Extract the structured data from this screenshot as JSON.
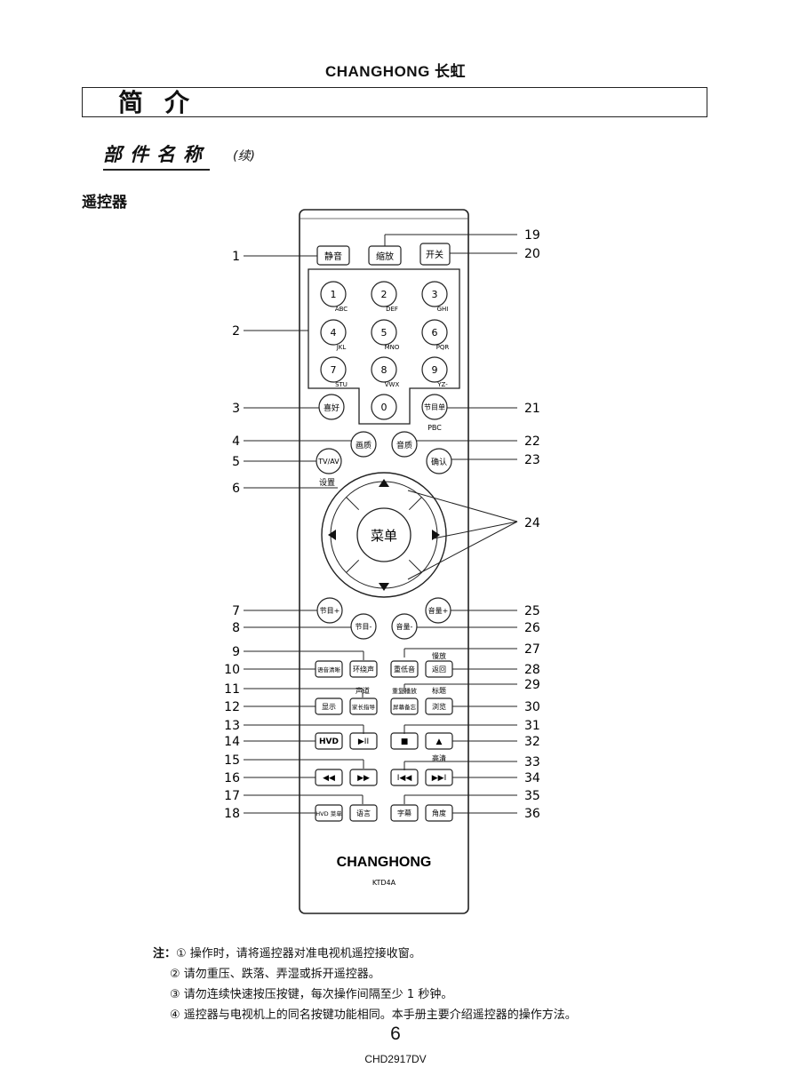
{
  "header": {
    "brand": "CHANGHONG 长虹"
  },
  "title": "简介",
  "subtitle": "部件名称",
  "subtitle_note": "(续)",
  "section": "遥控器",
  "remote": {
    "top_buttons": [
      "静音",
      "缩放",
      "开关"
    ],
    "numpad": [
      {
        "num": "1",
        "letters": "ABC"
      },
      {
        "num": "2",
        "letters": "DEF"
      },
      {
        "num": "3",
        "letters": "GHI"
      },
      {
        "num": "4",
        "letters": "JKL"
      },
      {
        "num": "5",
        "letters": "MNO"
      },
      {
        "num": "6",
        "letters": "PQR"
      },
      {
        "num": "7",
        "letters": "STU"
      },
      {
        "num": "8",
        "letters": "VWX"
      },
      {
        "num": "9",
        "letters": "YZ-"
      },
      {
        "num": "0",
        "letters": ""
      }
    ],
    "favorite": "喜好",
    "program_list": "节目单",
    "pbc": "PBC",
    "picture": "画质",
    "sound": "音质",
    "tvav": "TV/AV",
    "confirm": "确认",
    "setup": "设置",
    "menu": "菜单",
    "prog_up": "节目+",
    "prog_down": "节目-",
    "vol_up": "音量+",
    "vol_down": "音量-",
    "row_labels_a": {
      "slow": "慢放"
    },
    "row_a": [
      "语音清晰",
      "环绕声",
      "重低音",
      "返回"
    ],
    "row_labels_b": {
      "channel": "声道",
      "repeat": "重复播放",
      "title": "标题"
    },
    "row_b": [
      "显示",
      "家长指导",
      "屏幕备忘",
      "浏览"
    ],
    "row_c": [
      "HVD",
      "▶II",
      "■",
      "▲"
    ],
    "hd": "高清",
    "row_d": [
      "◀◀",
      "▶▶",
      "I◀◀",
      "▶▶I"
    ],
    "row_e": [
      "HVD 菜单",
      "语言",
      "字幕",
      "角度"
    ],
    "brand": "CHANGHONG",
    "model": "KTD4A"
  },
  "callouts_left": [
    "1",
    "2",
    "3",
    "4",
    "5",
    "6",
    "7",
    "8",
    "9",
    "10",
    "11",
    "12",
    "13",
    "14",
    "15",
    "16",
    "17",
    "18"
  ],
  "callouts_right": [
    "19",
    "20",
    "21",
    "22",
    "23",
    "24",
    "25",
    "26",
    "27",
    "28",
    "29",
    "30",
    "31",
    "32",
    "33",
    "34",
    "35",
    "36"
  ],
  "notes": {
    "prefix": "注：",
    "items": [
      "① 操作时，请将遥控器对准电视机遥控接收窗。",
      "② 请勿重压、跌落、弄湿或拆开遥控器。",
      "③ 请勿连续快速按压按键，每次操作间隔至少 1 秒钟。",
      "④ 遥控器与电视机上的同名按键功能相同。本手册主要介绍遥控器的操作方法。"
    ]
  },
  "footer": {
    "page_number": "6",
    "doc_code": "CHD2917DV"
  }
}
